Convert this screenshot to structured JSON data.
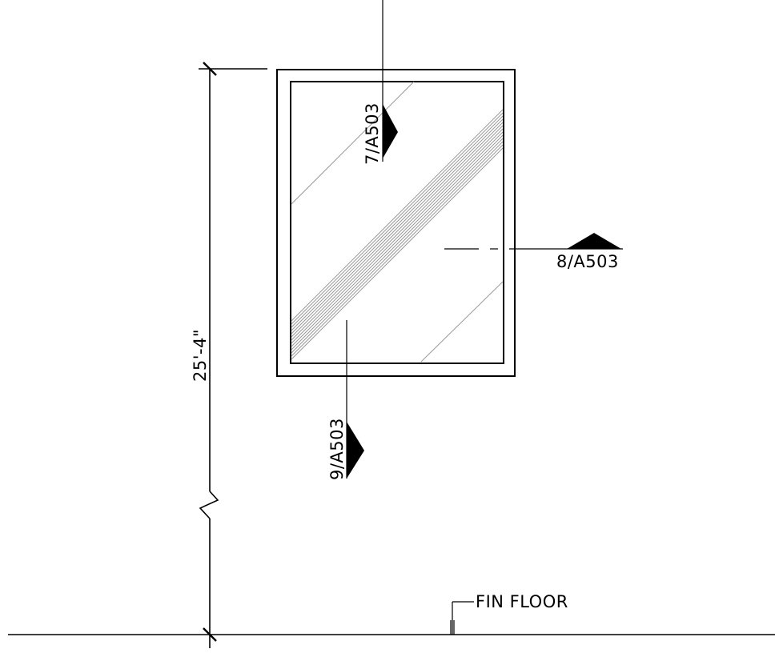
{
  "drawing": {
    "height_dimension": "25'-4\"",
    "section_tags": {
      "top": "7/A503",
      "right": "8/A503",
      "bottom": "9/A503"
    },
    "floor_label": "FIN FLOOR"
  }
}
